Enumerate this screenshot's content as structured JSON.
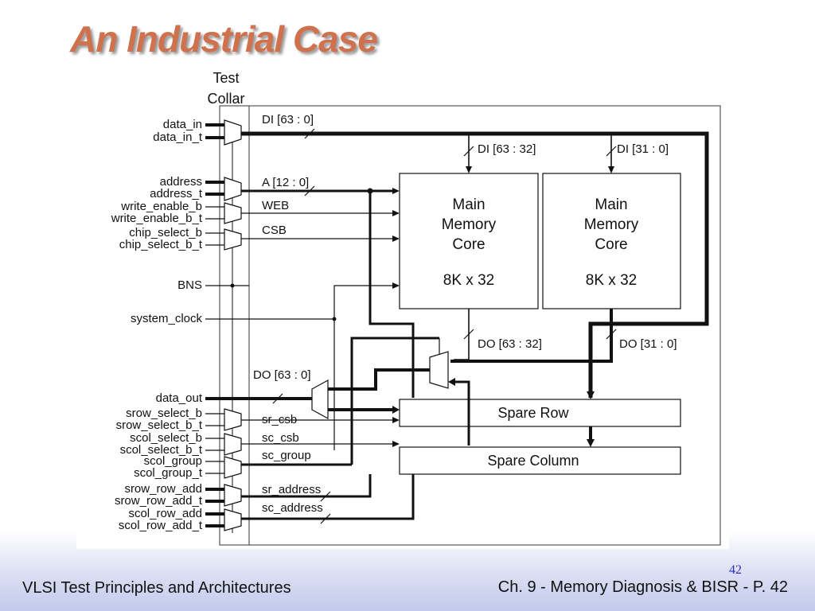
{
  "slide": {
    "title": "An Industrial Case",
    "footer_left": "VLSI Test Principles and Architectures",
    "footer_right": "Ch. 9 - Memory Diagnosis & BISR - P. 42",
    "slide_number": "42"
  },
  "diagram": {
    "collar_label_1": "Test",
    "collar_label_2": "Collar",
    "pins": {
      "data_in": "data_in",
      "data_in_t": "data_in_t",
      "address": "address",
      "address_t": "address_t",
      "write_enable_b": "write_enable_b",
      "write_enable_b_t": "write_enable_b_t",
      "chip_select_b": "chip_select_b",
      "chip_select_b_t": "chip_select_b_t",
      "bns": "BNS",
      "system_clock": "system_clock",
      "data_out": "data_out",
      "srow_select_b": "srow_select_b",
      "srow_select_b_t": "srow_select_b_t",
      "scol_select_b": "scol_select_b",
      "scol_select_b_t": "scol_select_b_t",
      "scol_group": "scol_group",
      "scol_group_t": "scol_group_t",
      "srow_row_add": "srow_row_add",
      "srow_row_add_t": "srow_row_add_t",
      "scol_row_add": "scol_row_add",
      "scol_row_add_t": "scol_row_add_t"
    },
    "buses": {
      "di_all": "DI [63 : 0]",
      "di_hi": "DI [63 : 32]",
      "di_lo": "DI [31 : 0]",
      "addr": "A [12 : 0]",
      "web": "WEB",
      "csb": "CSB",
      "do_hi": "DO [63 : 32]",
      "do_lo": "DO [31 : 0]",
      "do_all": "DO [63 : 0]",
      "sr_csb": "sr_csb",
      "sc_csb": "sc_csb",
      "sc_group": "sc_group",
      "sr_address": "sr_address",
      "sc_address": "sc_address"
    },
    "blocks": {
      "core1_l1": "Main",
      "core1_l2": "Memory",
      "core1_l3": "Core",
      "core1_size": "8K x 32",
      "core2_l1": "Main",
      "core2_l2": "Memory",
      "core2_l3": "Core",
      "core2_size": "8K x 32",
      "spare_row": "Spare Row",
      "spare_column": "Spare Column"
    }
  }
}
